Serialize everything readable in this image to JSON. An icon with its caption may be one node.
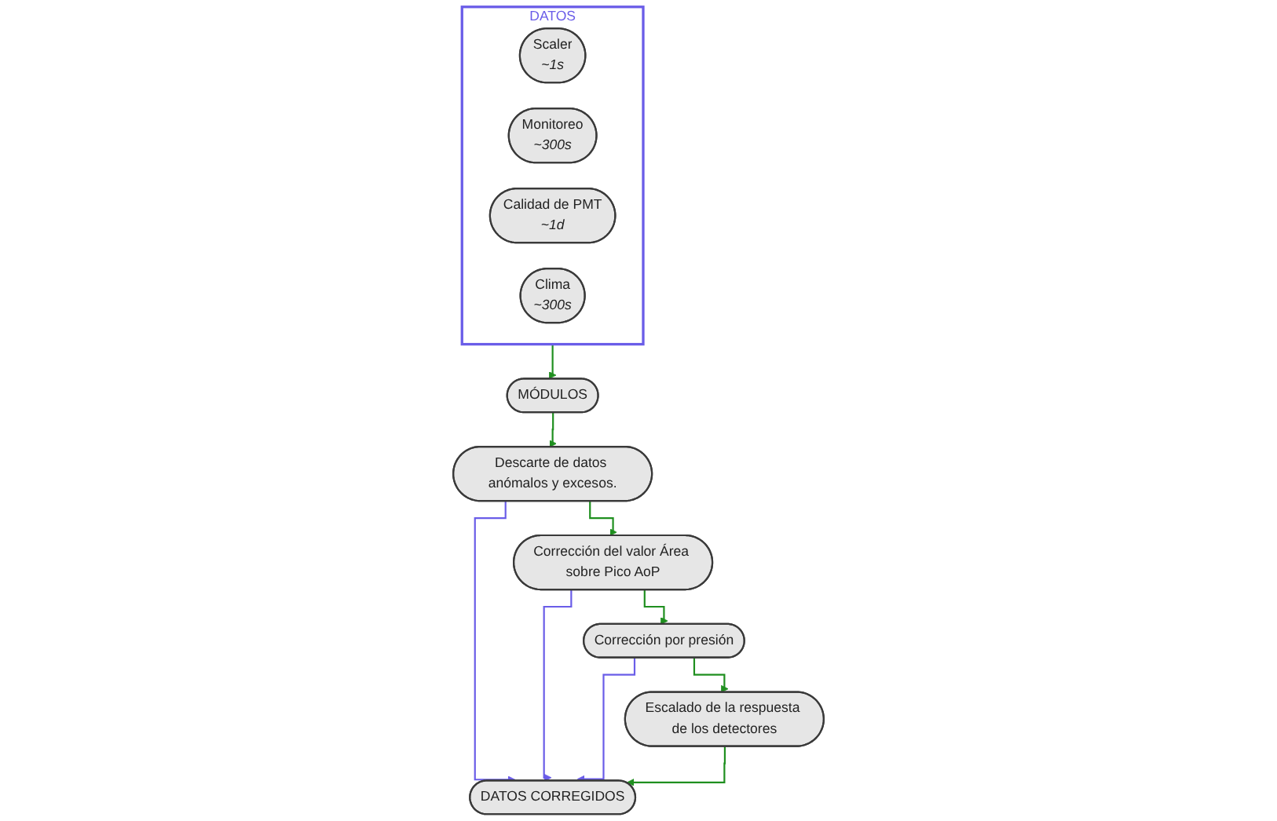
{
  "diagram": {
    "nodes": [
      {
        "text": [
          "DATOS"
        ]
      },
      {
        "text": [
          "Scaler",
          "~1s"
        ],
        "in": 0
      },
      {
        "text": [
          "Monitoreo",
          "~300s"
        ],
        "in": 0
      },
      {
        "text": [
          "Calidad de PMT",
          "~1d"
        ],
        "in": 0
      },
      {
        "text": [
          "Clima",
          "~300s"
        ],
        "in": 0
      },
      {
        "text": [
          "MÓDULOS"
        ]
      },
      {
        "text": [
          "Descarte de datos anómalos y excesos."
        ]
      },
      {
        "text": [
          "Corrección del valor Área sobre Pico AoP"
        ]
      },
      {
        "text": [
          "Corrección por presión"
        ]
      },
      {
        "text": [
          "Escalado de la respuesta de los detectores"
        ]
      },
      {
        "text": [
          "DATOS CORREGIDOS"
        ]
      }
    ],
    "edges": [
      {
        "from": 0,
        "to": 5,
        "arrow": "to"
      },
      {
        "from": 5,
        "to": 6,
        "arrow": "to"
      },
      {
        "from": 6,
        "to": 7,
        "arrow": "to"
      },
      {
        "from": 7,
        "to": 8,
        "arrow": "to"
      },
      {
        "from": 8,
        "to": 9,
        "arrow": "to"
      },
      {
        "from": 6,
        "to": 10,
        "arrow": "to",
        "color": "#6a5de8"
      },
      {
        "from": 7,
        "to": 10,
        "arrow": "to",
        "color": "#6a5de8"
      },
      {
        "from": 8,
        "to": 10,
        "arrow": "to",
        "color": "#6a5de8"
      },
      {
        "from": 9,
        "to": 10,
        "arrow": "to"
      }
    ]
  }
}
